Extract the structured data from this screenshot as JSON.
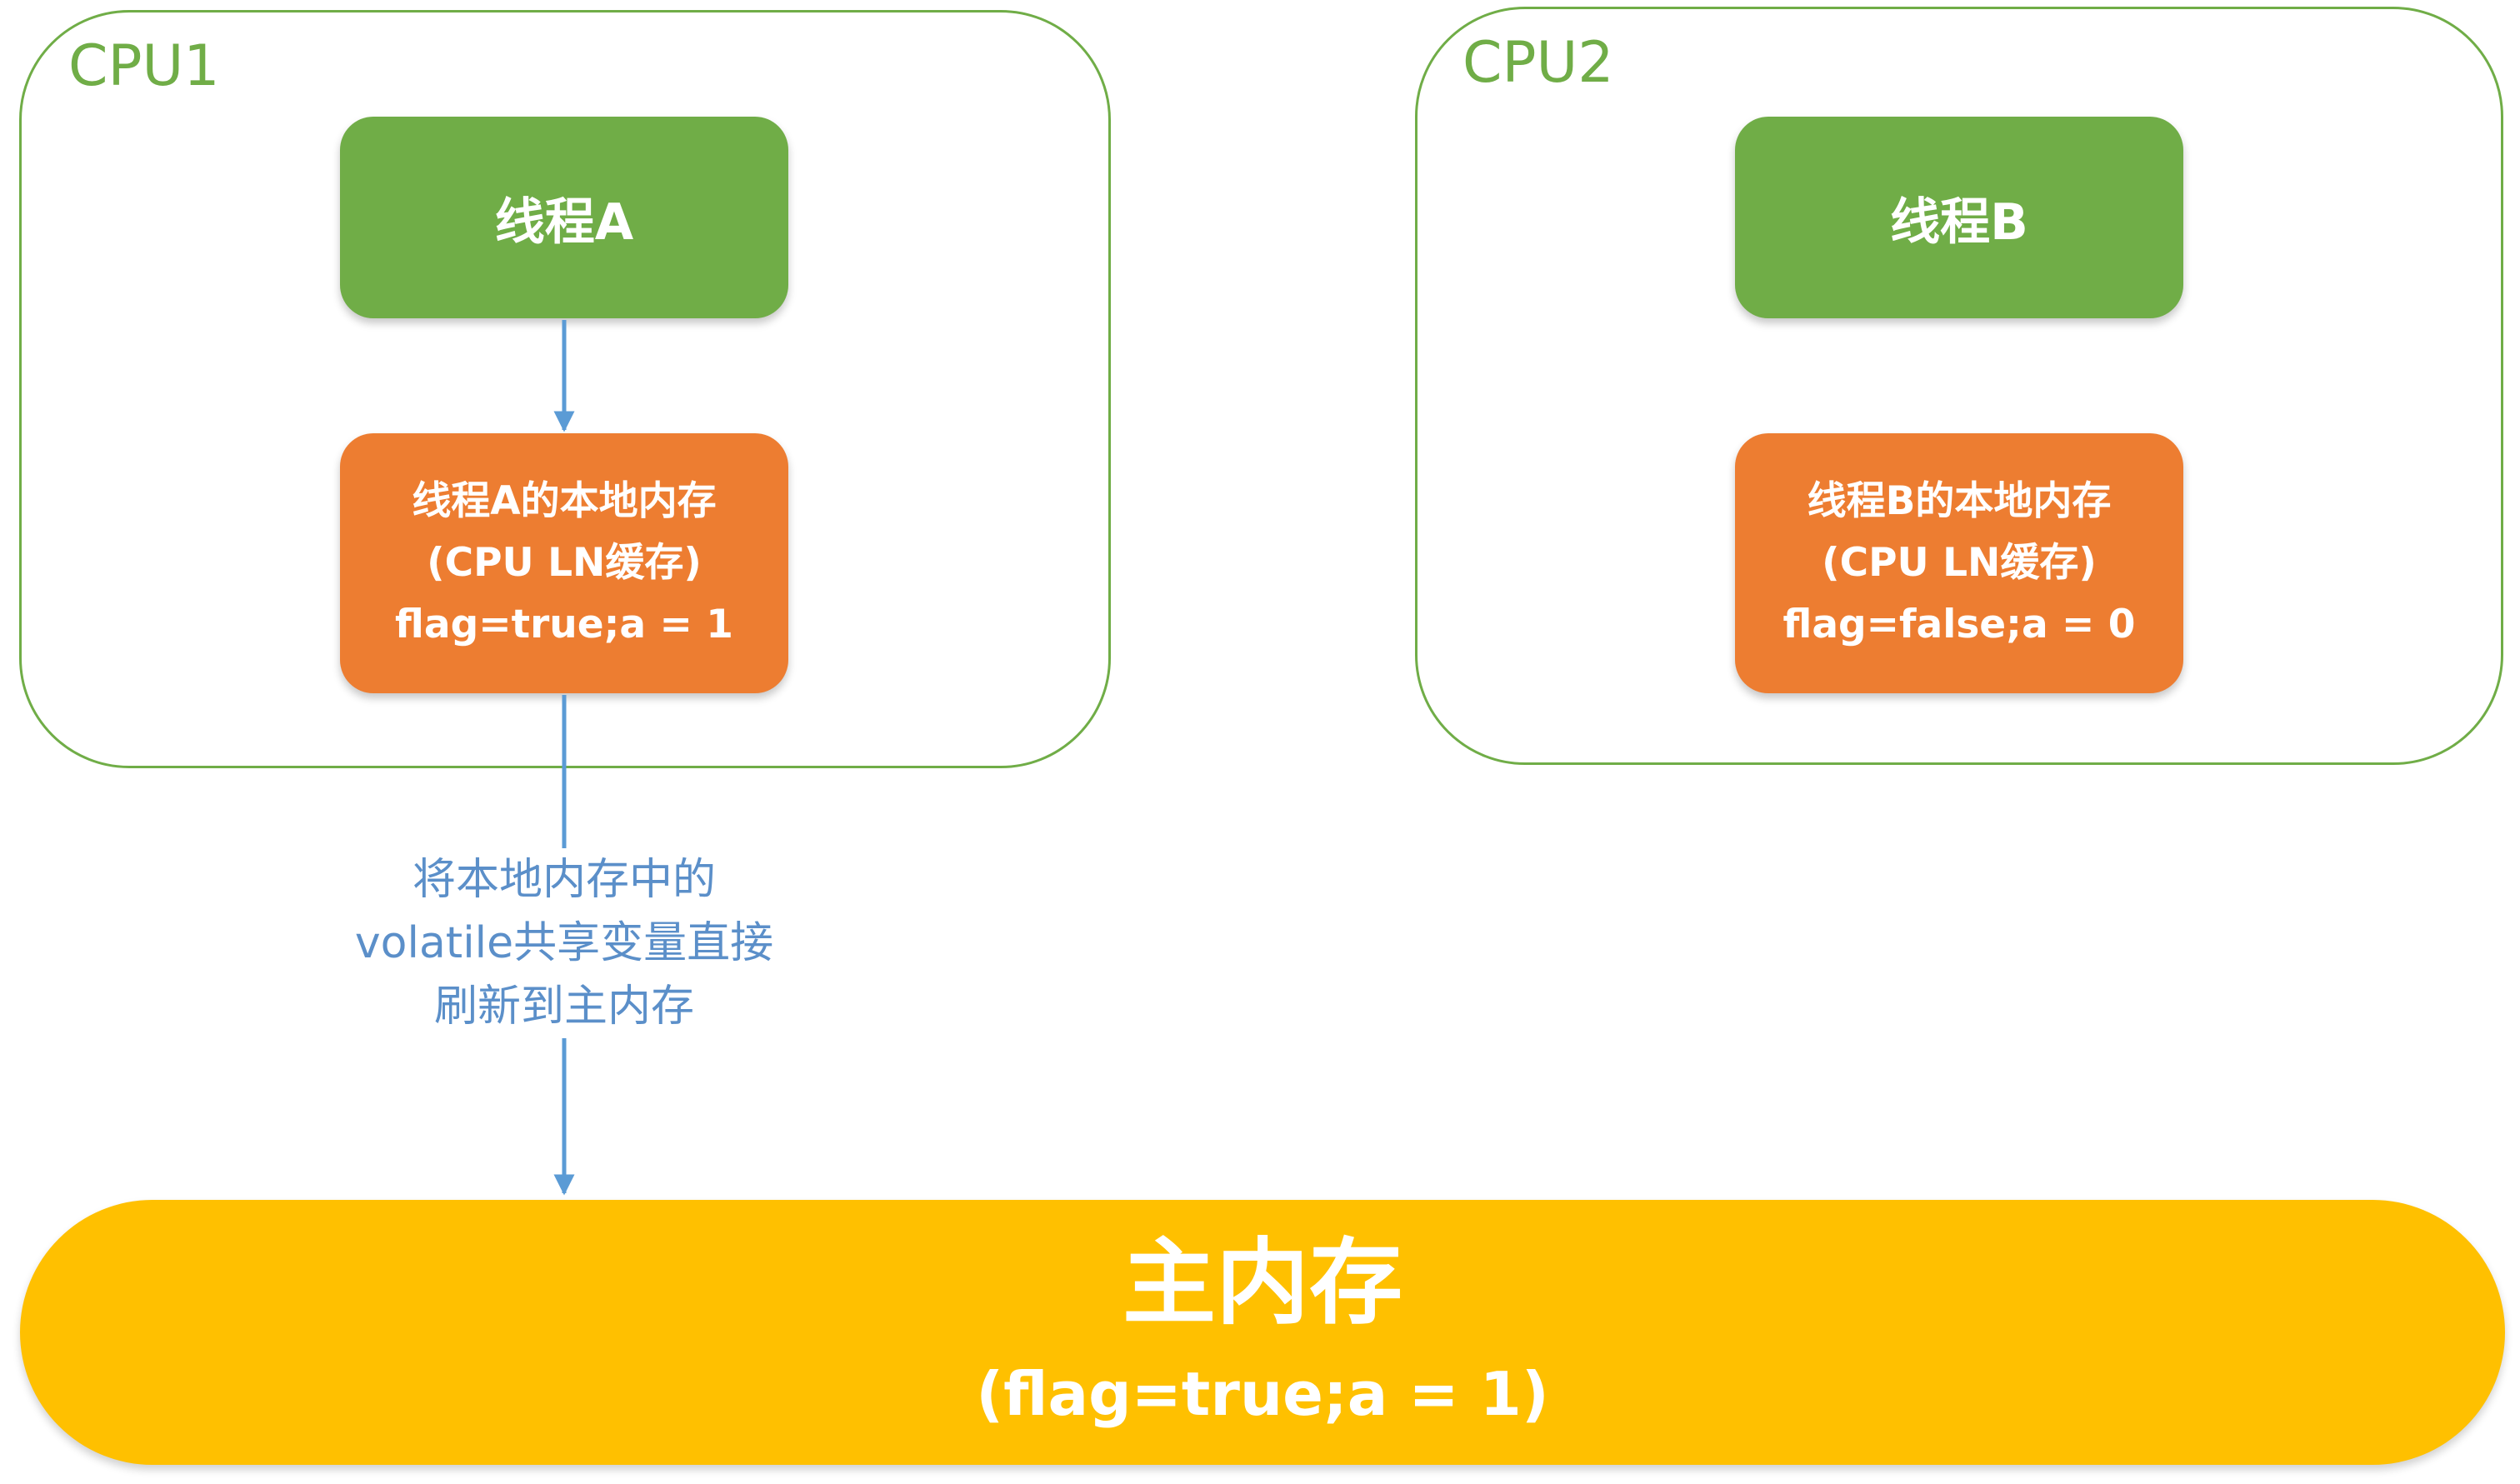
{
  "colors": {
    "cpu_border": "#70ad47",
    "thread_fill": "#70ad47",
    "cache_fill": "#ed7d31",
    "main_memory_fill": "#ffc000",
    "arrow": "#5b9bd5",
    "flush_text": "#5b8fc9"
  },
  "cpu1": {
    "label": "CPU1",
    "thread": "线程A",
    "cache": {
      "line1": "线程A的本地内存",
      "line2": "(CPU LN缓存)",
      "line3": "flag=true;a = 1"
    }
  },
  "cpu2": {
    "label": "CPU2",
    "thread": "线程B",
    "cache": {
      "line1": "线程B的本地内存",
      "line2": "(CPU LN缓存)",
      "line3": "flag=false;a = 0"
    }
  },
  "flush_note": {
    "line1": "将本地内存中的",
    "line2": "volatile共享变量直接",
    "line3": "刷新到主内存"
  },
  "main_memory": {
    "title": "主内存",
    "value": "(flag=true;a = 1)"
  }
}
